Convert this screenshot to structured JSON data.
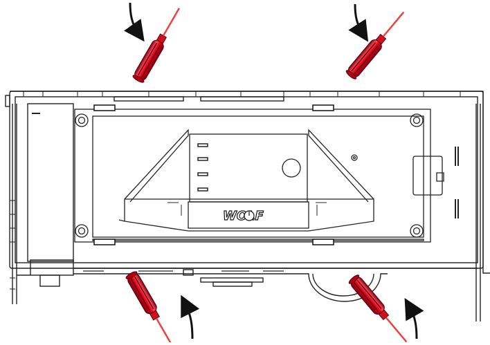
{
  "diagram": {
    "brand_logo": "WOLF",
    "colors": {
      "line": "#222222",
      "screwdriver_handle": "#e3001b",
      "screwdriver_dark": "#7a0010",
      "screwdriver_shaft": "#f04040"
    },
    "screwdrivers": [
      {
        "id": "top-left",
        "arrow_direction": "clockwise"
      },
      {
        "id": "top-right",
        "arrow_direction": "clockwise"
      },
      {
        "id": "bottom-left",
        "arrow_direction": "counter-clockwise"
      },
      {
        "id": "bottom-right",
        "arrow_direction": "counter-clockwise"
      }
    ],
    "icons": [
      "curved-arrow-icon",
      "screwdriver-icon",
      "power-icon",
      "screw-icon"
    ]
  }
}
